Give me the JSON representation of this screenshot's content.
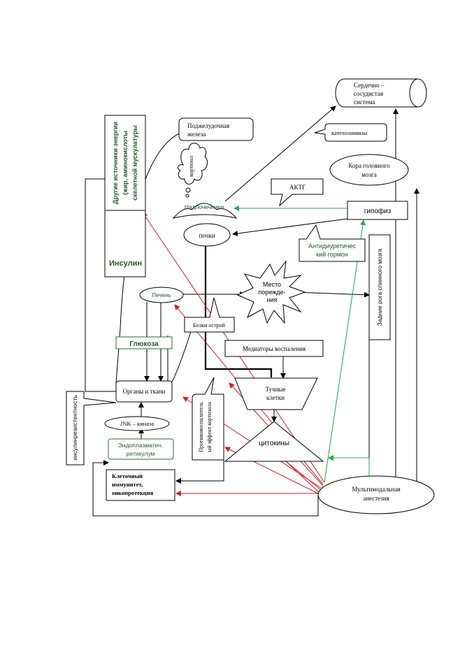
{
  "labels": {
    "cardio_1": "Сердечно –",
    "cardio_2": "сосудистая",
    "cardio_3": "система",
    "pancreas_1": "Поджелудочная",
    "pancreas_2": "железа",
    "catecholamines": "катехоламины",
    "cortex_1": "Кора головного",
    "cortex_2": "мозга",
    "cortisol": "кортизол",
    "actg": "АКТГ",
    "adrenals": "Надпочечники",
    "pituitary": "гипофиз",
    "kidneys": "почки",
    "antidiuretic_1": "Антидиуретичес",
    "antidiuretic_2": "кий гормон",
    "energy_1": "Другие источники энергии",
    "energy_2": "(жир, аминокислоты",
    "energy_3": "скелетной мускулатуры",
    "insulin": "Инсулин",
    "liver": "Печень",
    "injury_1": "Место",
    "injury_2": "пореждe-",
    "injury_3": "ния",
    "spinal": "Задние рога спинного мозга",
    "acute_proteins": "Белки острой",
    "glucose": "Глюкоза",
    "mediators": "Медиаторы воспаления",
    "organs": "Органы и ткани",
    "mast_1": "Тучные",
    "mast_2": "клетки",
    "insulin_resistance": "инсулинрезистентность",
    "jnk": "JNK – киназа",
    "anti_inflam_1": "Противовоспалитель",
    "anti_inflam_2": "ый эффект кортизола",
    "er_1": "Эндоплазматич.",
    "er_2": "ретикулум",
    "cytokines": "цитокины",
    "immunity_1": "Клеточный",
    "immunity_2": "иммунитет,",
    "immunity_3": "онкопротекция",
    "anesthesia_1": "Мультимодальная",
    "anesthesia_2": "анестезия"
  },
  "colors": {
    "inhibit_arrows": "#d42020",
    "stimulate_arrows": "#23a84a",
    "green_text": "#1e5a2a",
    "lines": "#000000"
  }
}
